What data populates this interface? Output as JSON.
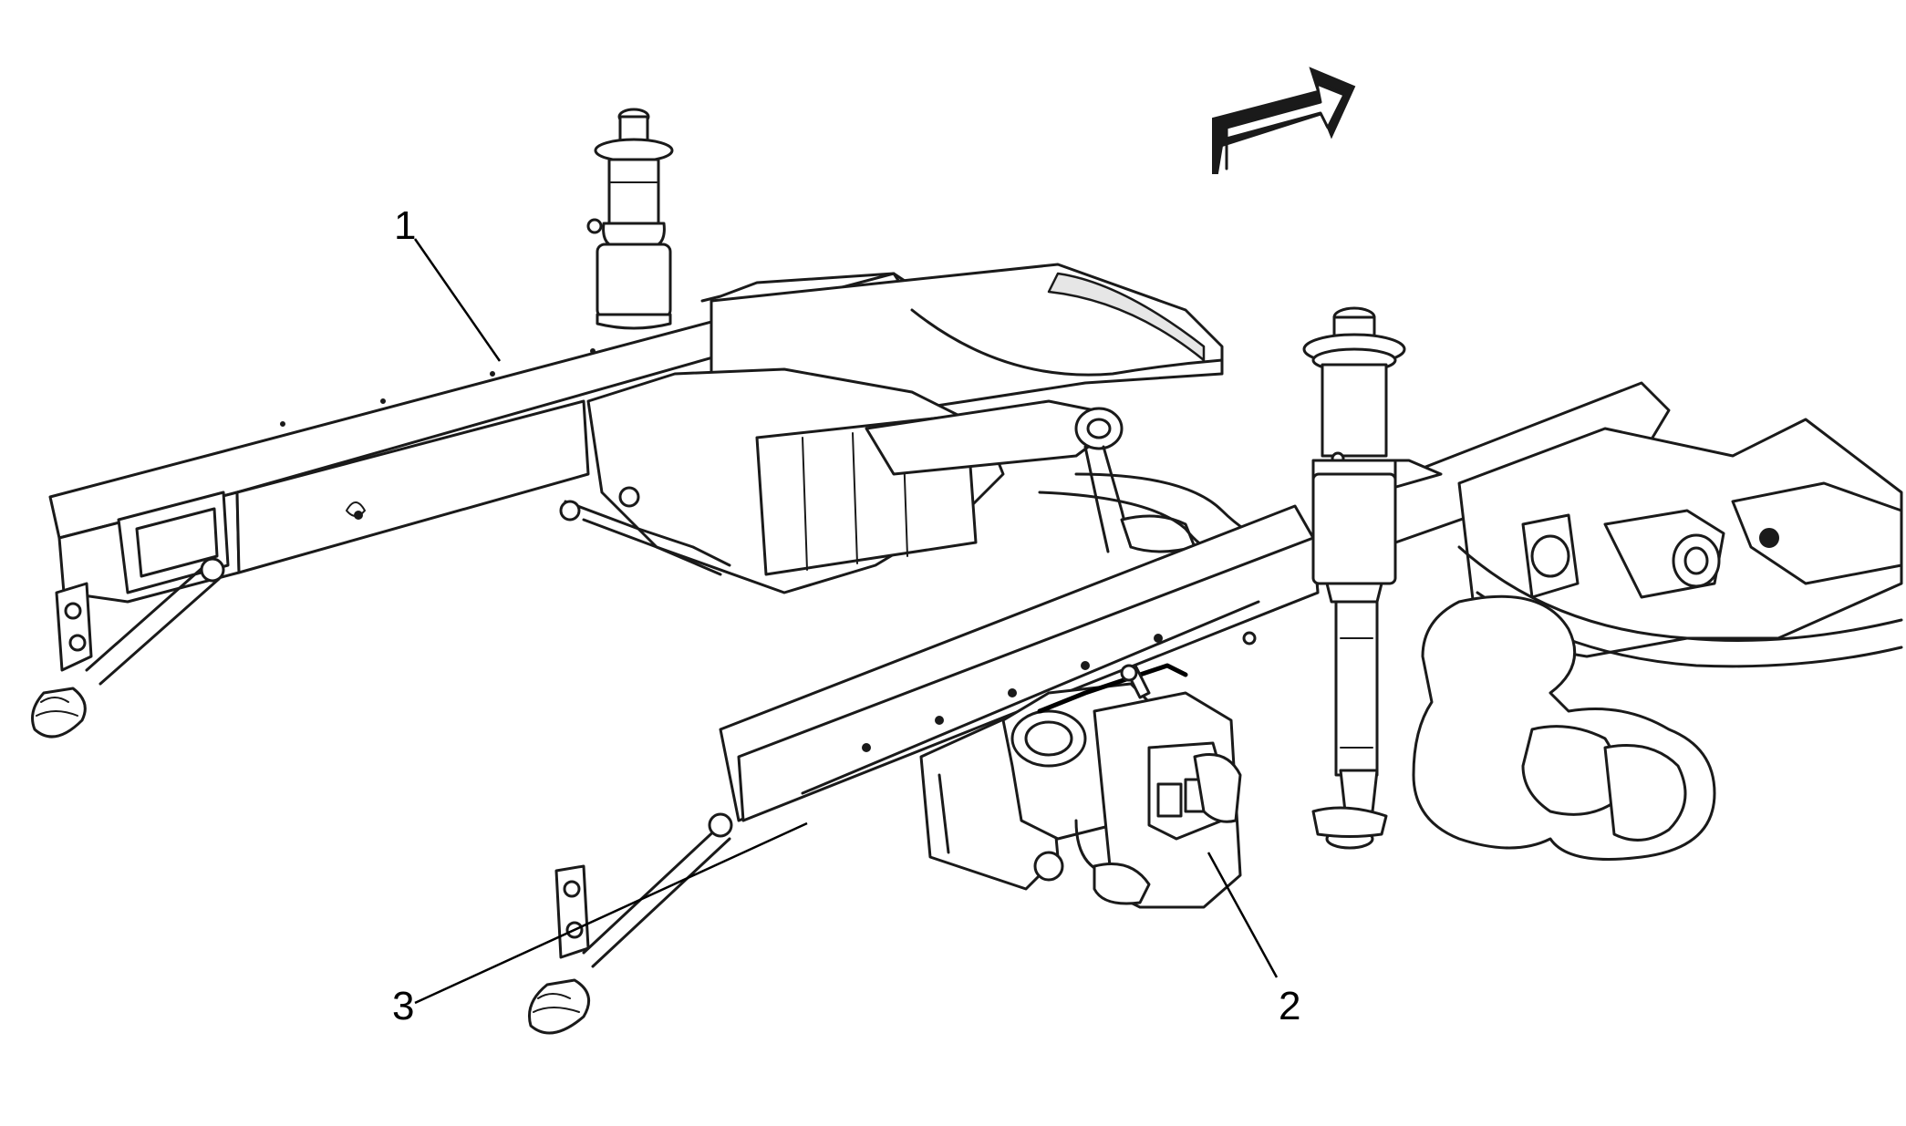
{
  "callouts": [
    {
      "id": "1",
      "label": "1"
    },
    {
      "id": "2",
      "label": "2"
    },
    {
      "id": "3",
      "label": "3"
    }
  ],
  "icons": {
    "direction_arrow": "forward-arrow-icon"
  },
  "colors": {
    "line": "#1a1a1a",
    "background": "#ffffff"
  }
}
